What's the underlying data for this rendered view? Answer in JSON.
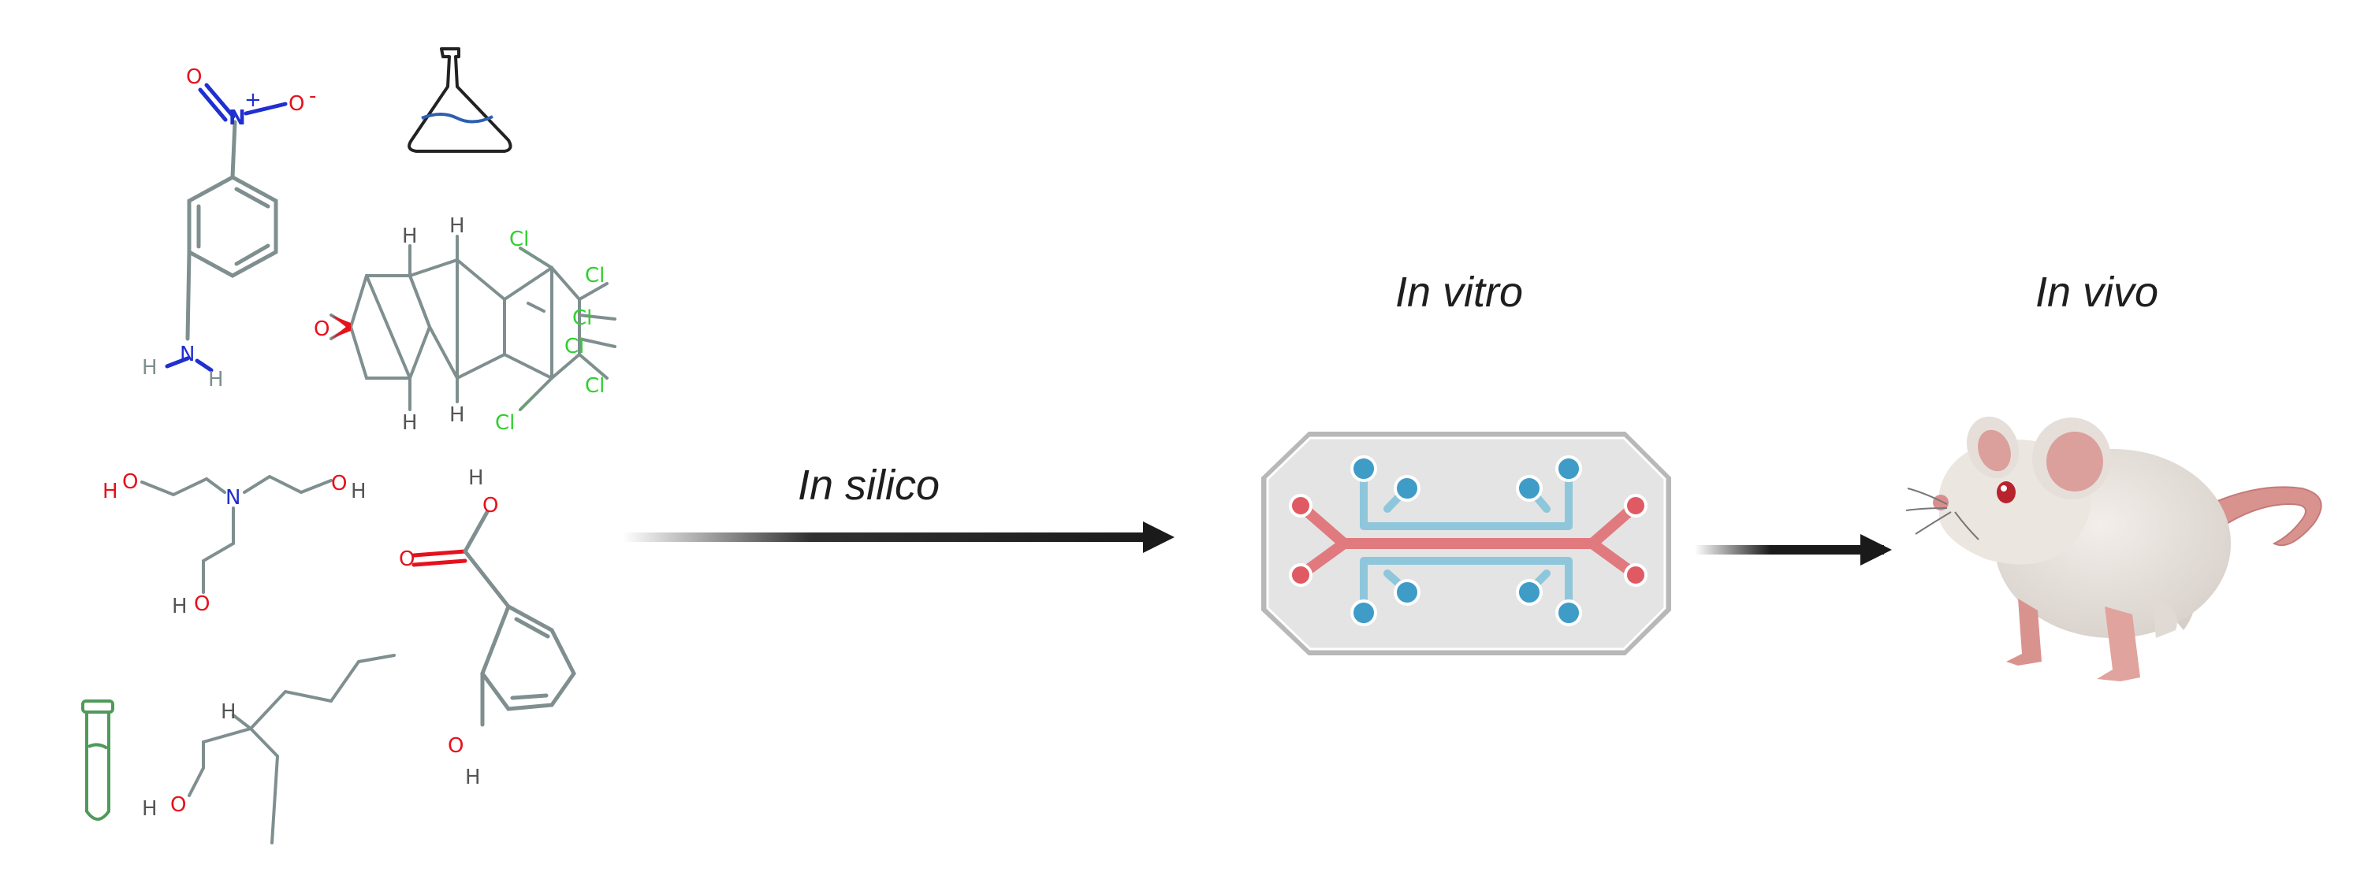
{
  "stages": [
    {
      "id": "in-silico",
      "label": "In silico"
    },
    {
      "id": "in-vitro",
      "label": "In vitro"
    },
    {
      "id": "in-vivo",
      "label": "In vivo"
    }
  ],
  "atoms": {
    "N": "N",
    "O": "O",
    "H": "H",
    "Cl": "Cl",
    "charge_plus": "+",
    "charge_minus": "-"
  },
  "icons": [
    "flask-icon",
    "test-tube-icon",
    "organ-on-chip-icon",
    "mouse-icon",
    "arrow-icon"
  ],
  "colors": {
    "arrow": "#1a1a1a",
    "bond": "#7f8f8f",
    "nitrogen": "#1f2fd0",
    "oxygen": "#e5121c",
    "chlorine": "#2fd02f",
    "chip_red": "#e07a7f",
    "chip_blue": "#4aa8cc",
    "chip_body": "#e4e4e4"
  }
}
